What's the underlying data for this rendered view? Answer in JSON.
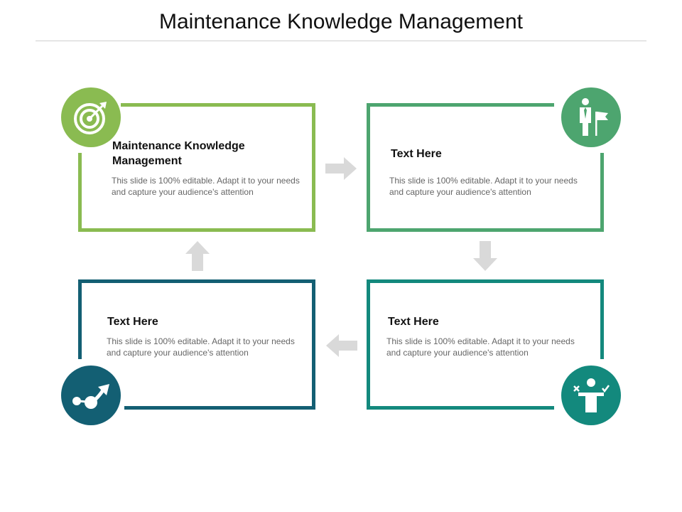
{
  "slide": {
    "title": "Maintenance Knowledge Management"
  },
  "colors": {
    "green_light": "#8ABB51",
    "green_mid": "#4DA56F",
    "teal": "#13897D",
    "teal_dark": "#135F73",
    "arrow_gray": "#D9D9D9"
  },
  "boxes": {
    "top_left": {
      "title": "Maintenance Knowledge Management",
      "body": "This slide is 100% editable. Adapt it to your needs and capture your audience's attention",
      "icon": "target-icon"
    },
    "top_right": {
      "title": "Text Here",
      "body": "This slide is 100% editable. Adapt it to your needs and capture your audience's attention",
      "icon": "businessman-flag-icon"
    },
    "bottom_right": {
      "title": "Text Here",
      "body": "This slide is 100% editable. Adapt it to your needs and capture your audience's attention",
      "icon": "decision-person-icon"
    },
    "bottom_left": {
      "title": "Text Here",
      "body": "This slide is 100% editable. Adapt it to your needs and capture your audience's attention",
      "icon": "path-arrow-icon"
    }
  },
  "flow_arrows": [
    "arrow-right",
    "arrow-down",
    "arrow-left",
    "arrow-up"
  ]
}
